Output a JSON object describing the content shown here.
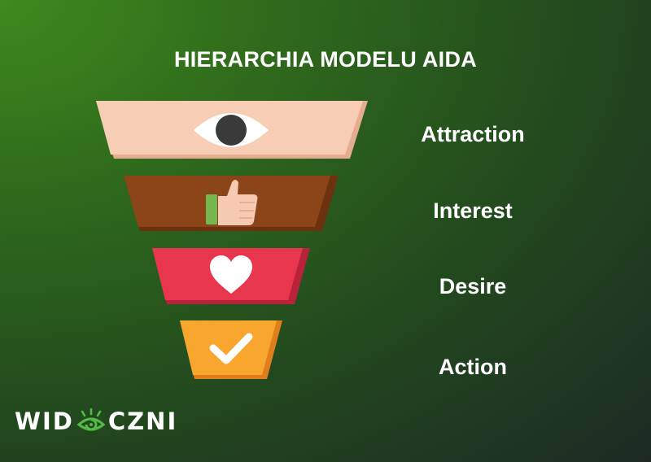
{
  "title": "HIERARCHIA MODELU AIDA",
  "stages": [
    {
      "label": "Attraction",
      "icon": "eye-icon",
      "color": "#f6c9b0"
    },
    {
      "label": "Interest",
      "icon": "thumbs-up-icon",
      "color": "#8a4316"
    },
    {
      "label": "Desire",
      "icon": "heart-icon",
      "color": "#e8344c"
    },
    {
      "label": "Action",
      "icon": "checkmark-icon",
      "color": "#f7a42c"
    }
  ],
  "logo": {
    "left": "WID",
    "right": "CZNI",
    "icon": "eye-spiral-icon",
    "accent": "#54b948"
  }
}
